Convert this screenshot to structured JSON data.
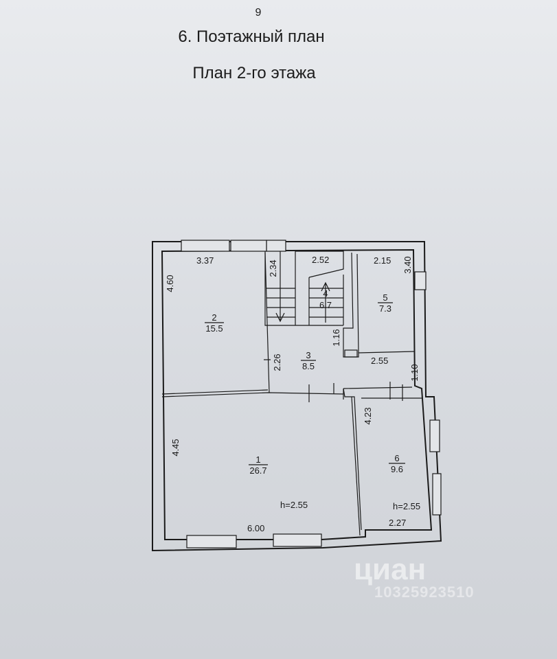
{
  "header": {
    "page_number": "9",
    "title": "6. Поэтажный план",
    "subtitle": "План 2-го этажа"
  },
  "rooms": [
    {
      "number": "1",
      "area": "26.7",
      "height": "h=2.55"
    },
    {
      "number": "2",
      "area": "15.5"
    },
    {
      "number": "3",
      "area": "8.5"
    },
    {
      "number": "4",
      "area": "6.7"
    },
    {
      "number": "5",
      "area": "7.3"
    },
    {
      "number": "6",
      "area": "9.6",
      "height": "h=2.55"
    }
  ],
  "dimensions": {
    "room2_width": "3.37",
    "room2_length": "4.60",
    "stair_a": "2.34",
    "stair_b": "2.52",
    "room5_width": "2.15",
    "room5_length": "3.40",
    "hall_a": "1.16",
    "hall_b": "2.26",
    "hall_c": "2.55",
    "hall_d": "1.10",
    "room6_length": "4.23",
    "room1_length": "4.45",
    "room1_width": "6.00",
    "room6_width": "2.27"
  },
  "watermark": {
    "brand": "циан",
    "id": "10325923510"
  }
}
